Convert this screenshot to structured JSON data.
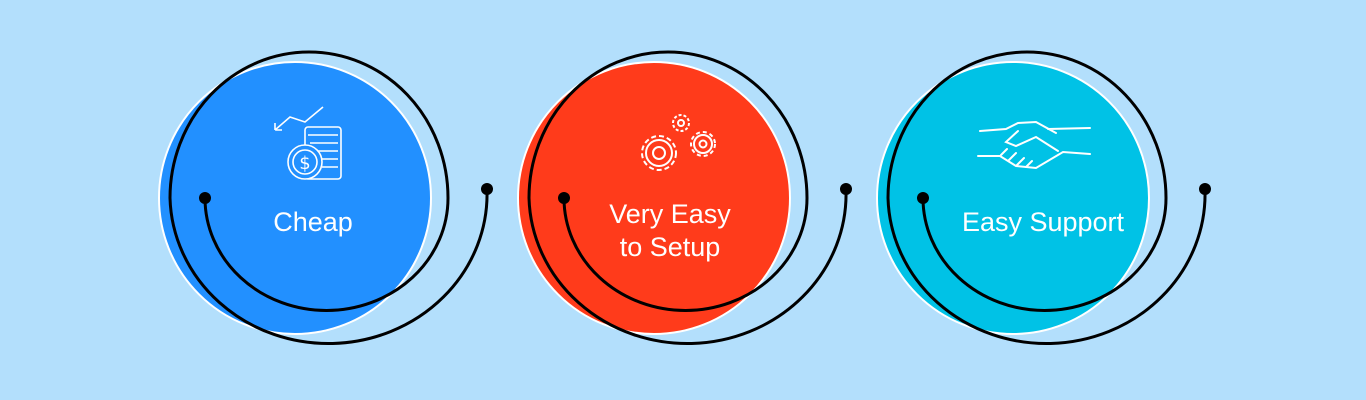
{
  "items": [
    {
      "label_lines": [
        "Cheap"
      ],
      "icon": "money-chart-icon",
      "color": "#2290ff"
    },
    {
      "label_lines": [
        "Very Easy",
        "to Setup"
      ],
      "icon": "gears-icon",
      "color": "#ff3b1b"
    },
    {
      "label_lines": [
        "Easy Support"
      ],
      "icon": "handshake-icon",
      "color": "#00c2e6"
    }
  ],
  "colors": {
    "background": "#b3dffc",
    "line": "#000000"
  }
}
